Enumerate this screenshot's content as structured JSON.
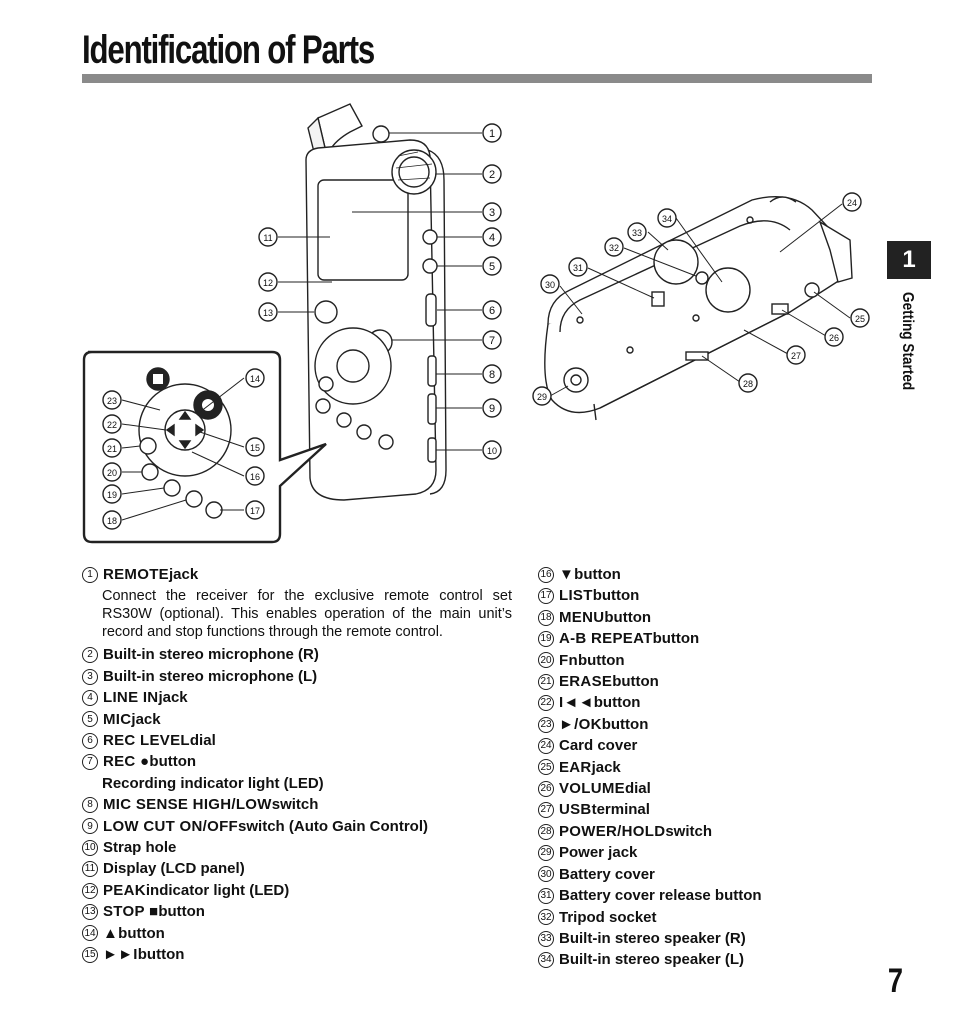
{
  "page": {
    "title": "Identification of Parts",
    "chapter_number": "1",
    "chapter_label": "Getting Started",
    "page_number": "7"
  },
  "callouts": [
    "1",
    "2",
    "3",
    "4",
    "5",
    "6",
    "7",
    "8",
    "9",
    "10",
    "11",
    "12",
    "13",
    "14",
    "15",
    "16",
    "17",
    "18",
    "19",
    "20",
    "21",
    "22",
    "23",
    "24",
    "25",
    "26",
    "27",
    "28",
    "29",
    "30",
    "31",
    "32",
    "33",
    "34"
  ],
  "parts_left": [
    {
      "num": "1",
      "bold": "REMOTE",
      "rest": " jack"
    },
    {
      "num": "2",
      "bold": "",
      "rest": "Built-in stereo microphone (R)"
    },
    {
      "num": "3",
      "bold": "",
      "rest": "Built-in stereo microphone (L)"
    },
    {
      "num": "4",
      "bold": "LINE IN",
      "rest": " jack"
    },
    {
      "num": "5",
      "bold": "MIC",
      "rest": " jack"
    },
    {
      "num": "6",
      "bold": "REC LEVEL",
      "rest": " dial"
    },
    {
      "num": "7",
      "bold": "REC ●",
      "rest": " button"
    },
    {
      "num": "8",
      "bold": "MIC SENSE HIGH/LOW",
      "rest": " switch"
    },
    {
      "num": "9",
      "bold": "LOW CUT ON/OFF",
      "rest": " switch (Auto Gain Control)"
    },
    {
      "num": "10",
      "bold": "",
      "rest": "Strap hole"
    },
    {
      "num": "11",
      "bold": "",
      "rest": "Display (LCD panel)"
    },
    {
      "num": "12",
      "bold": "PEAK",
      "rest": " indicator light (LED)"
    },
    {
      "num": "13",
      "bold": "STOP ■",
      "rest": " button"
    },
    {
      "num": "14",
      "bold": "▲",
      "rest": " button"
    },
    {
      "num": "15",
      "bold": "►►I",
      "rest": " button"
    }
  ],
  "remote_desc": "Connect the receiver for the exclusive remote control set RS30W (optional). This enables operation of the main unit’s record and stop functions through the remote control.",
  "rec_sub": "Recording indicator light (LED)",
  "parts_right": [
    {
      "num": "16",
      "bold": "▼",
      "rest": " button"
    },
    {
      "num": "17",
      "bold": "LIST",
      "rest": " button"
    },
    {
      "num": "18",
      "bold": "MENU",
      "rest": " button"
    },
    {
      "num": "19",
      "bold": "A-B REPEAT",
      "rest": " button"
    },
    {
      "num": "20",
      "bold": "Fn",
      "rest": " button"
    },
    {
      "num": "21",
      "bold": "ERASE",
      "rest": " button"
    },
    {
      "num": "22",
      "bold": "I◄◄",
      "rest": " button"
    },
    {
      "num": "23",
      "bold": "►/OK",
      "rest": " button"
    },
    {
      "num": "24",
      "bold": "",
      "rest": "Card cover"
    },
    {
      "num": "25",
      "bold": "EAR",
      "rest": " jack"
    },
    {
      "num": "26",
      "bold": "VOLUME",
      "rest": " dial"
    },
    {
      "num": "27",
      "bold": "USB",
      "rest": " terminal"
    },
    {
      "num": "28",
      "bold": "POWER/HOLD",
      "rest": " switch"
    },
    {
      "num": "29",
      "bold": "",
      "rest": "Power jack"
    },
    {
      "num": "30",
      "bold": "",
      "rest": "Battery cover"
    },
    {
      "num": "31",
      "bold": "",
      "rest": "Battery cover release button"
    },
    {
      "num": "32",
      "bold": "",
      "rest": "Tripod socket"
    },
    {
      "num": "33",
      "bold": "",
      "rest": "Built-in stereo speaker (R)"
    },
    {
      "num": "34",
      "bold": "",
      "rest": "Built-in stereo speaker (L)"
    }
  ]
}
